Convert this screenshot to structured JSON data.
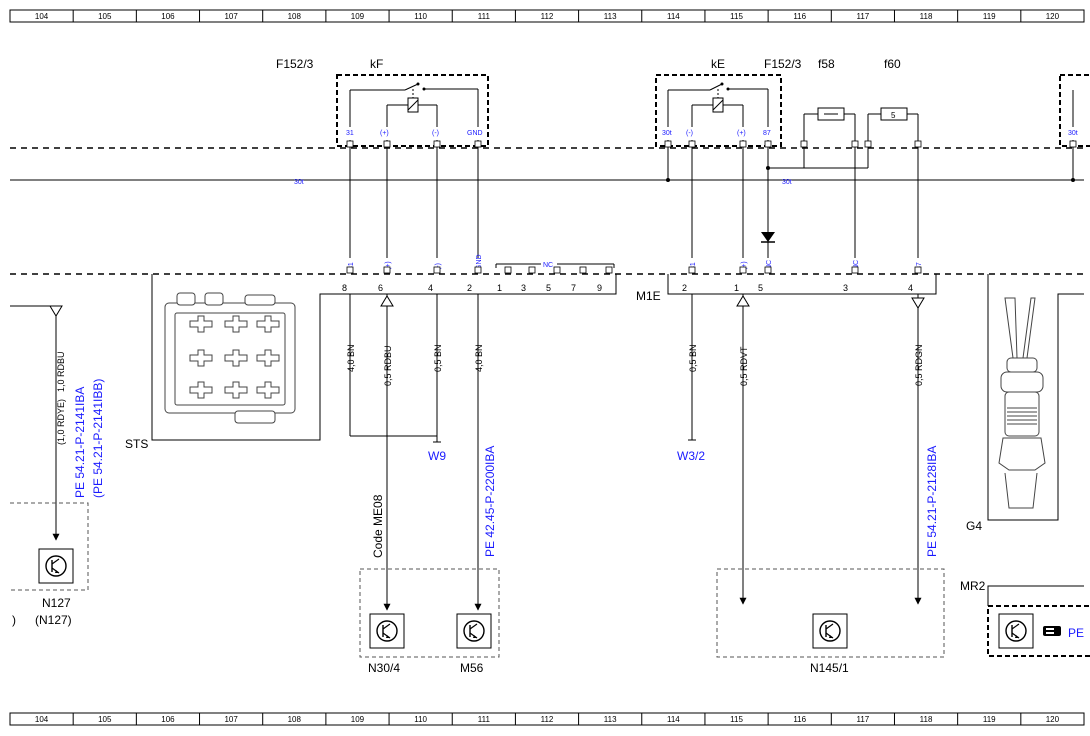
{
  "ruler": [
    "104",
    "105",
    "106",
    "107",
    "108",
    "109",
    "110",
    "111",
    "112",
    "113",
    "114",
    "115",
    "116",
    "117",
    "118",
    "119",
    "120"
  ],
  "components": {
    "f152_left": "F152/3",
    "kF": "kF",
    "kE": "kE",
    "f152_right": "F152/3",
    "f58": "f58",
    "f60": "f60",
    "fuse5": "5",
    "sts": "STS",
    "m1e": "M1E",
    "g4": "G4",
    "mr2": "MR2"
  },
  "relay_kF_pins": [
    "31",
    "(+)",
    "(-)",
    "GND"
  ],
  "relay_kE_pins": [
    "30t",
    "(-)",
    "(+)",
    "87"
  ],
  "bus_30t": "30t",
  "conn_left_pins": [
    "31",
    "(+)",
    "(-)",
    "GND"
  ],
  "conn_left_nc": "NC",
  "conn_left_nums": [
    "8",
    "6",
    "4",
    "2",
    "1",
    "3",
    "5",
    "7",
    "9"
  ],
  "conn_right_pins": [
    "31",
    "(+)",
    "NC",
    "NC",
    "87"
  ],
  "conn_right_nums": [
    "2",
    "1",
    "5",
    "3",
    "4"
  ],
  "wires": [
    "4,0 BN",
    "0,5 RDBU",
    "0,5 BN",
    "4,0 BN",
    "0,5 BN",
    "0,5 RDVT",
    "0,5 RDGN",
    "1,0 RDBU",
    "(1,0 RDYE)"
  ],
  "refs": {
    "pe_2141_a": "PE 54.21-P-2141IBA",
    "pe_2141_b": "(PE 54.21-P-2141IBB)",
    "pe_2200": "PE 42.45-P-2200IBA",
    "pe_2128": "PE 54.21-P-2128IBA",
    "code_me08": "Code ME08",
    "pe_cut": "PE"
  },
  "grounds": {
    "w9": "W9",
    "w32": "W3/2"
  },
  "modules": {
    "n127": "N127",
    "n127_alt": "(N127)",
    "n127_paren": ")",
    "n30_4": "N30/4",
    "m56": "M56",
    "n145_1": "N145/1"
  }
}
